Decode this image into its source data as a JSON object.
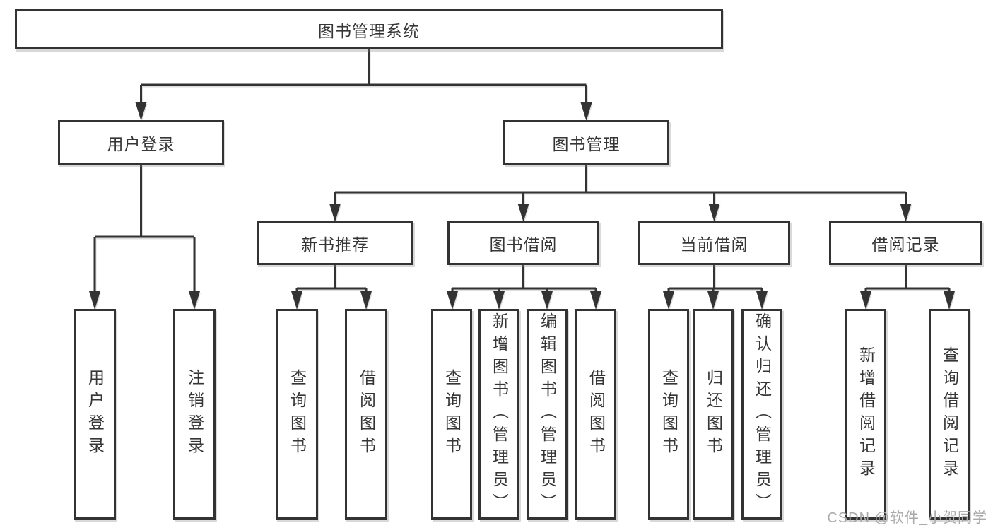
{
  "diagram": {
    "title": "图书管理系统",
    "root": "图书管理系统",
    "level2": [
      "用户登录",
      "图书管理"
    ],
    "level3": [
      "新书推荐",
      "图书借阅",
      "当前借阅",
      "借阅记录"
    ],
    "leafGroups": [
      [
        "用户登录",
        "注销登录"
      ],
      [
        "查询图书",
        "借阅图书"
      ],
      [
        "查询图书",
        "新增图书（管理员）",
        "编辑图书（管理员）",
        "借阅图书"
      ],
      [
        "查询图书",
        "归还图书",
        "确认归还（管理员）"
      ],
      [
        "新增借阅记录",
        "查询借阅记录"
      ]
    ]
  },
  "watermark": {
    "text": "CSDN @软件_小贺同学"
  },
  "colors": {
    "line": "#333333",
    "box_border": "#333333",
    "box_fill": "#ffffff",
    "text": "#363636",
    "watermark": "#a9a9a9"
  }
}
